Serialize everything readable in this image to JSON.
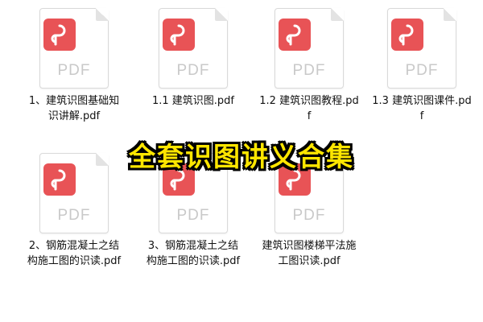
{
  "files": [
    {
      "type_label": "PDF",
      "name": "1、建筑识图基础知识讲解.pdf",
      "icon": "pdf-file-icon"
    },
    {
      "type_label": "PDF",
      "name": "1.1 建筑识图.pdf",
      "icon": "pdf-file-icon"
    },
    {
      "type_label": "PDF",
      "name": "1.2 建筑识图教程.pdf",
      "icon": "pdf-file-icon"
    },
    {
      "type_label": "PDF",
      "name": "1.3 建筑识图课件.pdf",
      "icon": "pdf-file-icon"
    },
    {
      "type_label": "PDF",
      "name": "2、钢筋混凝土之结构施工图的识读.pdf",
      "icon": "pdf-file-icon"
    },
    {
      "type_label": "PDF",
      "name": "3、钢筋混凝土之结构施工图的识读.pdf",
      "icon": "pdf-file-icon"
    },
    {
      "type_label": "PDF",
      "name": "建筑识图楼梯平法施工图识读.pdf",
      "icon": "pdf-file-icon"
    }
  ],
  "banner": {
    "text": "全套识图讲义合集"
  },
  "colors": {
    "badge": "#e85356",
    "banner_text": "#ffe600",
    "banner_outline": "#000000",
    "type_label": "#c9c9c9"
  }
}
